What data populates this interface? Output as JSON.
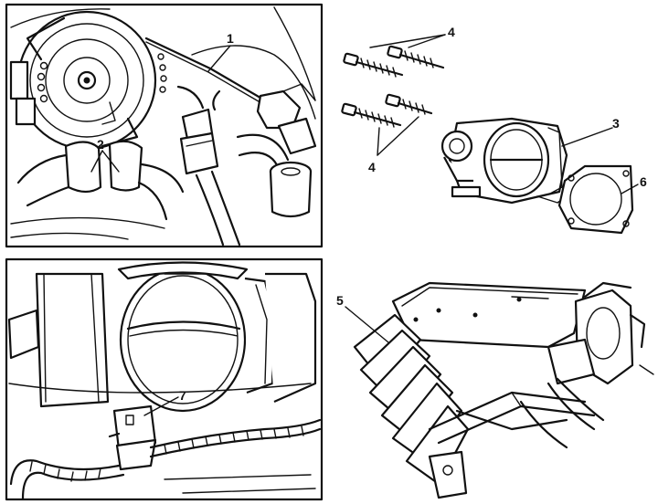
{
  "callouts": {
    "c1": "1",
    "c2": "2",
    "c3": "3",
    "c4a": "4",
    "c4b": "4",
    "c5": "5",
    "c6": "6",
    "c7": "7"
  }
}
